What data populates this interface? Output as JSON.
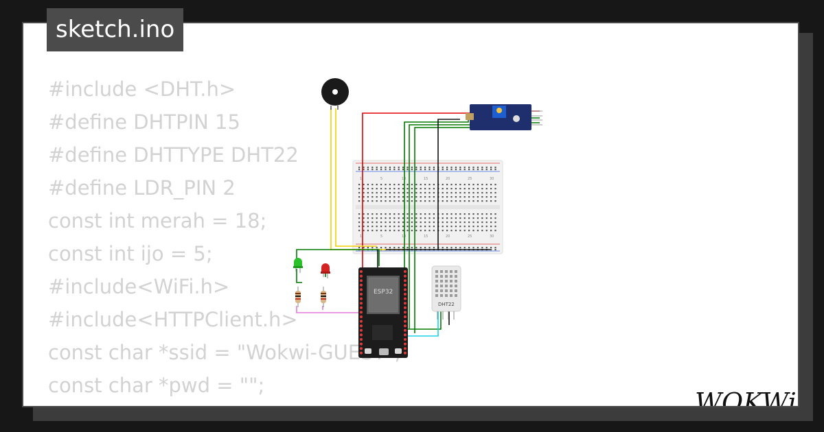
{
  "file_tab": {
    "label": "sketch.ino"
  },
  "code_lines": [
    "#include <DHT.h>",
    "#define DHTPIN 15",
    "#define DHTTYPE DHT22",
    "#define LDR_PIN 2",
    "const int merah = 18;",
    "const int ijo = 5;",
    "#include<WiFi.h>",
    "#include<HTTPClient.h>",
    "const char *ssid = \"Wokwi-GUEST\";",
    "const char *pwd = \"\";"
  ],
  "circuit": {
    "mcu_label": "ESP32",
    "sensor_label": "DHT22",
    "breadboard_numbers": [
      "1",
      "5",
      "10",
      "15",
      "20",
      "25",
      "30"
    ]
  },
  "brand": {
    "logo_text": "WOKWi"
  },
  "colors": {
    "background": "#171717",
    "card": "#ffffff",
    "tab": "#4b4b4b",
    "code_text": "#d2d2d2",
    "wire_red": "#e00000",
    "wire_green": "#007a00",
    "wire_yellow": "#f0d000",
    "wire_black": "#111111",
    "wire_cyan": "#19d3e6",
    "wire_pink": "#e07ad8"
  }
}
